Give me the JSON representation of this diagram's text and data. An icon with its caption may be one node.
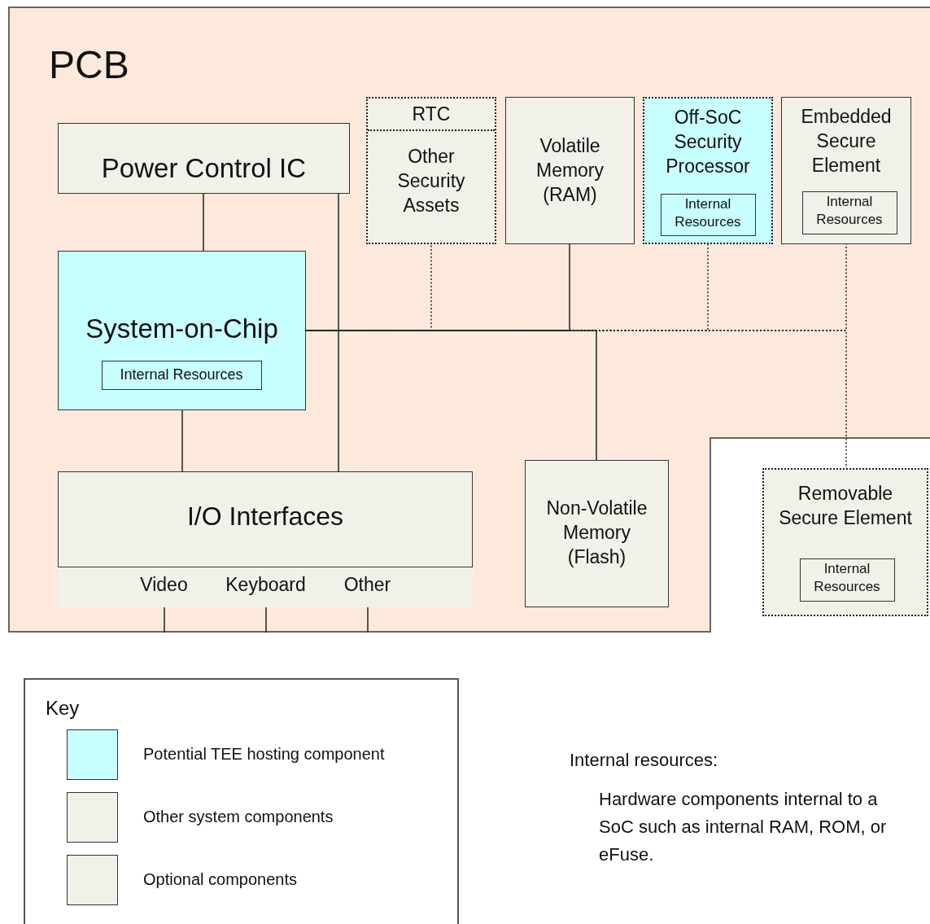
{
  "diagram": {
    "nodes": [
      {
        "text": [
          "PCB"
        ]
      },
      {
        "text": [
          "Power Control IC"
        ],
        "in": 0
      },
      {
        "text": [
          "System-on-Chip"
        ],
        "in": 0
      },
      {
        "text": [
          "Internal Resources"
        ],
        "in": 2
      },
      {
        "text": [
          "I/O Interfaces"
        ],
        "in": 0
      },
      {
        "text": [
          "Video",
          "Keyboard",
          "Other"
        ],
        "in": 4
      },
      {
        "text": [
          "RTC",
          "Other Security Assets"
        ],
        "in": 0
      },
      {
        "text": [
          "Volatile Memory (RAM)"
        ],
        "in": 0
      },
      {
        "text": [
          "Off-SoC Security Processor"
        ],
        "in": 0
      },
      {
        "text": [
          "Internal Resources"
        ],
        "in": 8
      },
      {
        "text": [
          "Embedded Secure Element"
        ],
        "in": 0
      },
      {
        "text": [
          "Internal Resources"
        ],
        "in": 10
      },
      {
        "text": [
          "Non-Volatile Memory (Flash)"
        ],
        "in": 0
      },
      {
        "text": [
          "Removable Secure Element"
        ]
      },
      {
        "text": [
          "Internal Resources"
        ],
        "in": 13
      }
    ],
    "edges": [
      {
        "from": 1,
        "to": 2,
        "arrow": "none"
      },
      {
        "from": 1,
        "to": 4,
        "arrow": "none"
      },
      {
        "from": 2,
        "to": 4,
        "arrow": "none"
      },
      {
        "from": 2,
        "to": 6,
        "arrow": "none",
        "style": "dashed"
      },
      {
        "from": 2,
        "to": 7,
        "arrow": "none"
      },
      {
        "from": 2,
        "to": 12,
        "arrow": "none"
      },
      {
        "from": 2,
        "to": 8,
        "arrow": "none",
        "style": "dashed"
      },
      {
        "from": 2,
        "to": 10,
        "arrow": "none",
        "style": "dashed"
      },
      {
        "from": 2,
        "to": 13,
        "arrow": "none",
        "style": "dashed"
      },
      {
        "from": 5,
        "to": null,
        "arrow": "none"
      },
      {
        "from": 5,
        "to": null,
        "arrow": "none"
      },
      {
        "from": 5,
        "to": null,
        "arrow": "none"
      }
    ],
    "labels": [
      "Key",
      "Internal resources:",
      "Hardware components internal to a SoC such as internal RAM, ROM, or eFuse."
    ],
    "legend": [
      {
        "text": "Potential TEE hosting component",
        "color": "#c8ffff"
      },
      {
        "text": "Other system components",
        "color": "#f1f1ea"
      },
      {
        "text": "Optional components",
        "color": "#f1f1ea"
      }
    ]
  }
}
